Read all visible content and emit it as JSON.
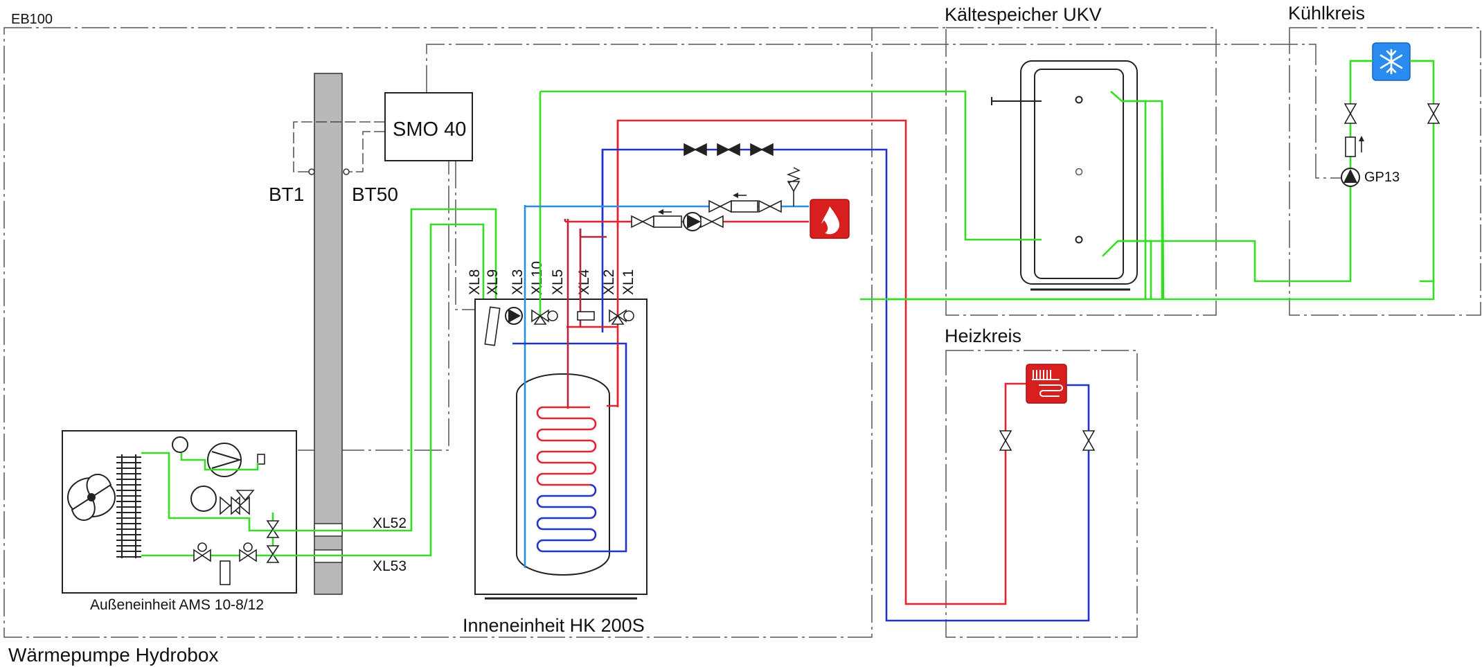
{
  "labels": {
    "eb100": "EB100",
    "title": "Wärmepumpe Hydrobox",
    "indoor_unit": "Inneneinheit HK 200S",
    "outdoor_unit": "Außeneinheit AMS 10-8/12",
    "controller": "SMO 40",
    "bt1": "BT1",
    "bt50": "BT50",
    "xl52": "XL52",
    "xl53": "XL53",
    "cold_storage": "Kältespeicher UKV",
    "cooling_circuit": "Kühlkreis",
    "heating_circuit": "Heizkreis",
    "gp13": "GP13"
  },
  "connections": [
    "XL8",
    "XL9",
    "XL3",
    "XL10",
    "XL5",
    "XL4",
    "XL2",
    "XL1"
  ],
  "colors": {
    "cooling_line": "#33dd22",
    "supply_hot": "#e8222a",
    "return_cold": "#2233cc",
    "cold_water": "#2b8de6",
    "boiler_red": "#e02020",
    "chiller_blue": "#2a8cf0",
    "grey_bar": "#b8b8b8"
  },
  "icons": {
    "heat_source": "flame-drop-icon",
    "chiller": "snowflake-icon",
    "radiator": "radiator-icon"
  }
}
